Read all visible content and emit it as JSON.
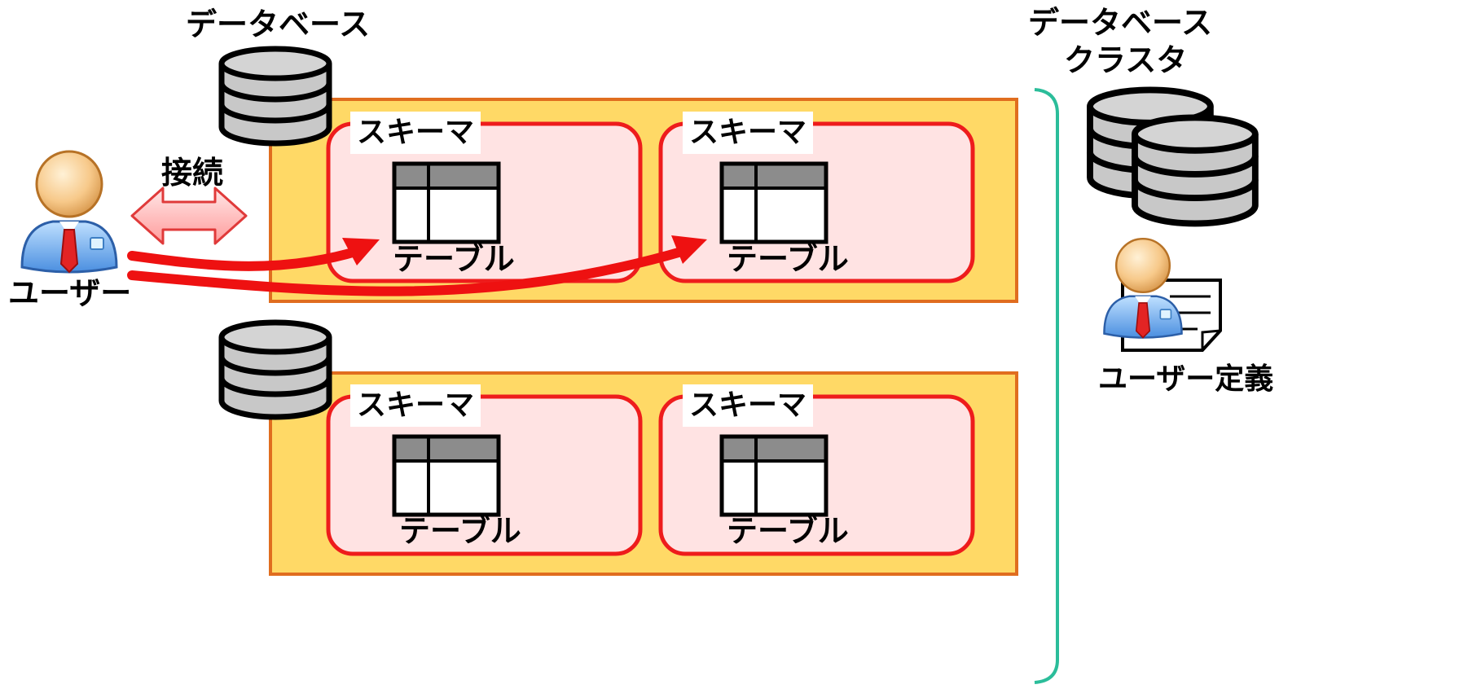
{
  "labels": {
    "database": "データベース",
    "cluster_line1": "データベース",
    "cluster_line2": "クラスタ",
    "connection": "接続",
    "user": "ユーザー",
    "user_definition": "ユーザー定義",
    "schema": "スキーマ",
    "table": "テーブル"
  },
  "icons": [
    "database-icon",
    "database-cluster-icon",
    "user-icon",
    "user-definition-document-icon",
    "table-icon",
    "connection-double-arrow-icon",
    "access-arrow-icon",
    "cluster-brace"
  ],
  "colors": {
    "database_fill": "#ffd966",
    "database_border": "#e06d1f",
    "schema_fill": "#ffe3e3",
    "schema_border": "#ee1c1c",
    "arrow": "#ee1111",
    "connection_arrow_fill": "#ffb3b3",
    "brace": "#2bbd9a",
    "table_header": "#8c8c8c",
    "cylinder": "#c8c8c8"
  }
}
